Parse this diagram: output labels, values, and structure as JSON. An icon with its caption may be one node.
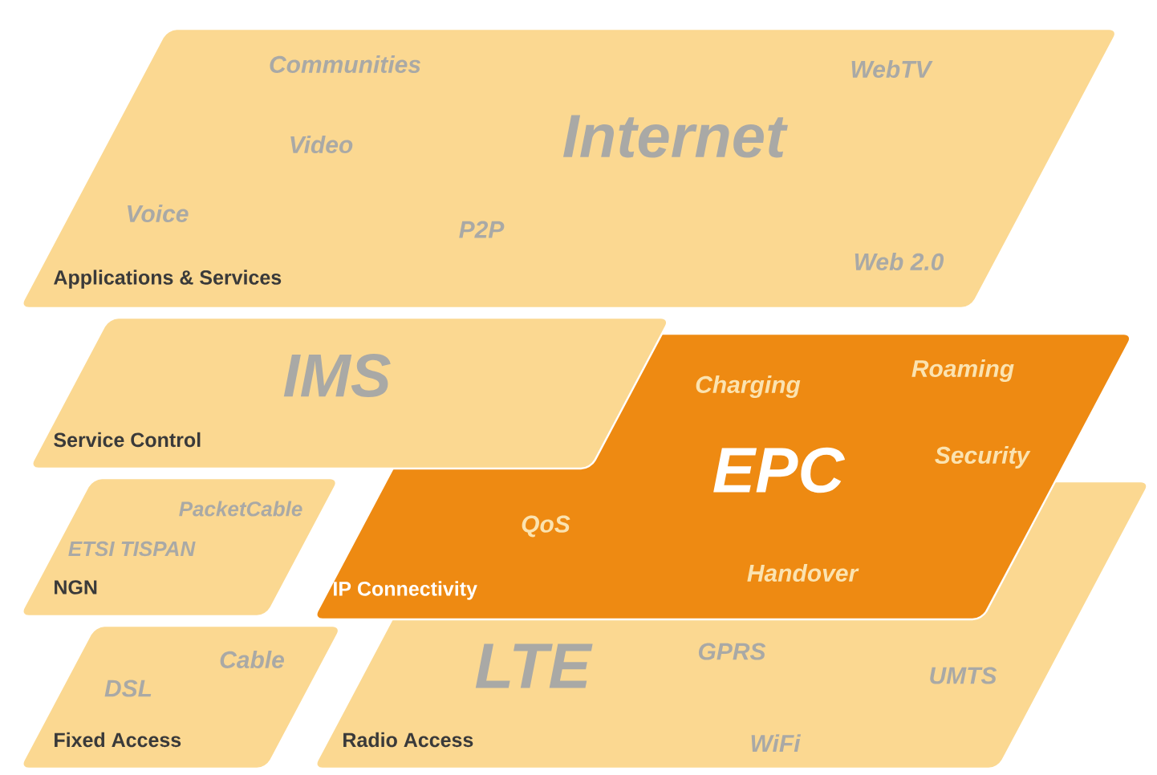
{
  "diagram": {
    "nodes": [
      {
        "text": [
          "Applications & Services",
          "Communities",
          "WebTV",
          "Video",
          "Internet",
          "Voice",
          "P2P",
          "Web 2.0"
        ]
      },
      {
        "text": [
          "Service Control",
          "IMS"
        ]
      },
      {
        "text": [
          "NGN",
          "PacketCable",
          "ETSI TISPAN"
        ]
      },
      {
        "text": [
          "IP Connectivity",
          "Charging",
          "Roaming",
          "EPC",
          "Security",
          "QoS",
          "Handover"
        ]
      },
      {
        "text": [
          "Fixed Access",
          "Cable",
          "DSL"
        ]
      },
      {
        "text": [
          "Radio Access",
          "LTE",
          "GPRS",
          "UMTS",
          "WiFi"
        ]
      }
    ]
  }
}
